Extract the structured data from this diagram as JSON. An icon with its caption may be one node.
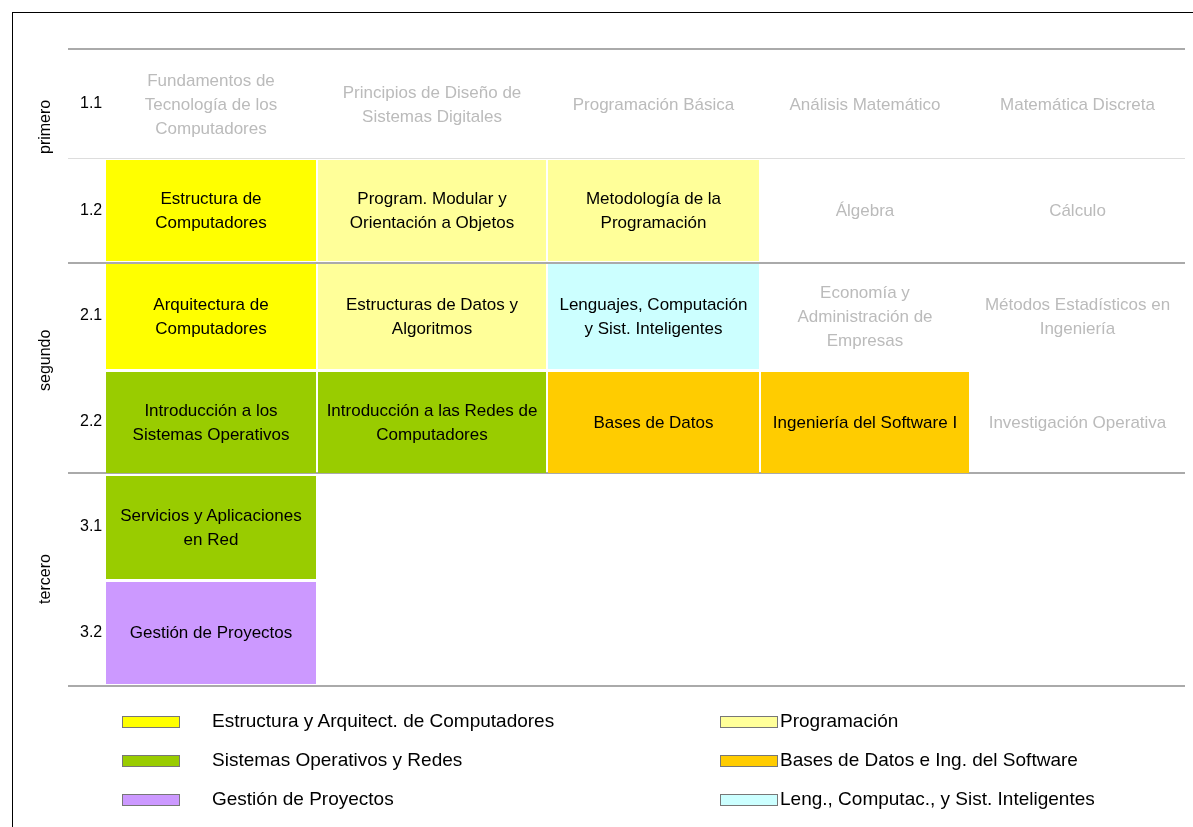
{
  "diagram": {
    "nodes": [
      {
        "text": [
          "Fundamentos de Tecnología de los Computadores"
        ]
      },
      {
        "text": [
          "Principios de Diseño de Sistemas Digitales"
        ]
      },
      {
        "text": [
          "Programación Básica"
        ]
      },
      {
        "text": [
          "Análisis Matemático"
        ]
      },
      {
        "text": [
          "Matemática Discreta"
        ]
      },
      {
        "text": [
          "Estructura de Computadores"
        ]
      },
      {
        "text": [
          "Program. Modular y Orientación a Objetos"
        ]
      },
      {
        "text": [
          "Metodología de la Programación"
        ]
      },
      {
        "text": [
          "Álgebra"
        ]
      },
      {
        "text": [
          "Cálculo"
        ]
      },
      {
        "text": [
          "Arquitectura de Computadores"
        ]
      },
      {
        "text": [
          "Estructuras de Datos y Algoritmos"
        ]
      },
      {
        "text": [
          "Lenguajes, Computación y Sist. Inteligentes"
        ]
      },
      {
        "text": [
          "Economía y Administración de Empresas"
        ]
      },
      {
        "text": [
          "Métodos Estadísticos en Ingeniería"
        ]
      },
      {
        "text": [
          "Introducción a los Sistemas Operativos"
        ]
      },
      {
        "text": [
          "Introducción a las Redes de Computadores"
        ]
      },
      {
        "text": [
          "Bases de Datos"
        ]
      },
      {
        "text": [
          "Ingeniería del Software I"
        ]
      },
      {
        "text": [
          "Investigación Operativa"
        ]
      },
      {
        "text": [
          "Servicios y Aplicaciones en Red"
        ]
      },
      {
        "text": [
          "Gestión de Proyectos"
        ]
      }
    ],
    "labels": [
      "primero",
      "1.1",
      "1.2",
      "segundo",
      "2.1",
      "2.2",
      "tercero",
      "3.1",
      "3.2"
    ],
    "legend": [
      {
        "text": "Estructura y Arquitect. de Computadores",
        "color": "#ffff00"
      },
      {
        "text": "Programación",
        "color": "#ffff99"
      },
      {
        "text": "Sistemas Operativos y Redes",
        "color": "#99cc00"
      },
      {
        "text": "Bases de Datos e Ing. del Software",
        "color": "#ffcc00"
      },
      {
        "text": "Gestión de Proyectos",
        "color": "#cc99ff"
      },
      {
        "text": "Leng., Computac., y Sist. Inteligentes",
        "color": "#ccffff"
      }
    ]
  }
}
